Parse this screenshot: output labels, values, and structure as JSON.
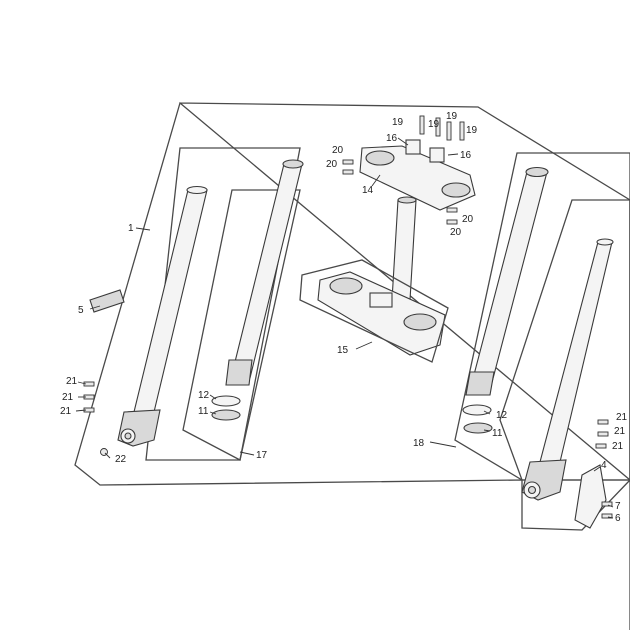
{
  "callouts": {
    "c1": "1",
    "c4": "4",
    "c5": "5",
    "c6": "6",
    "c7": "7",
    "c11a": "11",
    "c11b": "11",
    "c12a": "12",
    "c12b": "12",
    "c14": "14",
    "c15": "15",
    "c16a": "16",
    "c16b": "16",
    "c17": "17",
    "c18": "18",
    "c19a": "19",
    "c19b": "19",
    "c19c": "19",
    "c19d": "19",
    "c20a": "20",
    "c20b": "20",
    "c20c": "20",
    "c20d": "20",
    "c21a": "21",
    "c21b": "21",
    "c21c": "21",
    "c21d": "21",
    "c21e": "21",
    "c21f": "21",
    "c22": "22"
  }
}
